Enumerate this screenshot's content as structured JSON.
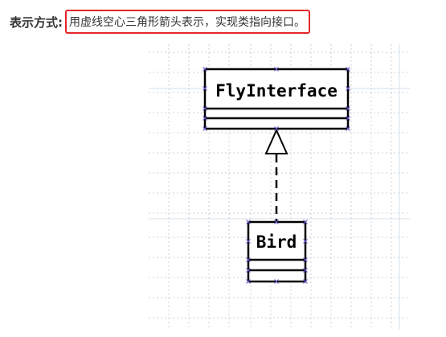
{
  "caption": {
    "label": "表示方式:",
    "text": "用虚线空心三角形箭头表示，实现类指向接口。",
    "highlight_color": "#e3262b"
  },
  "diagram": {
    "interface_class": {
      "name": "FlyInterface"
    },
    "implementing_class": {
      "name": "Bird"
    },
    "relationship": {
      "type": "realization",
      "line_style": "dashed",
      "arrowhead": "hollow-triangle",
      "from": "Bird",
      "to": "FlyInterface"
    },
    "handle_color": "#6a5acd",
    "grid_color": "#c9d3da"
  }
}
